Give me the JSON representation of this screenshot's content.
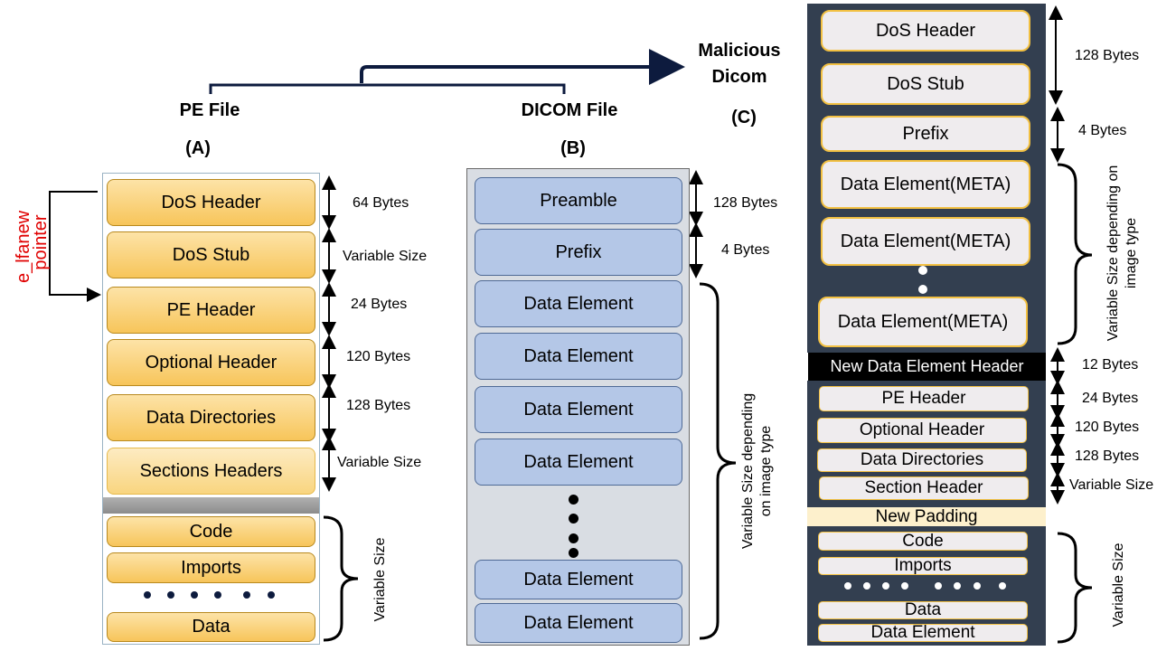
{
  "top": {
    "malicious_line1": "Malicious",
    "malicious_line2": "Dicom",
    "label_c": "(C)"
  },
  "pe": {
    "title": "PE File",
    "label": "(A)",
    "pointer_line1": "e_lfanew",
    "pointer_line2": "pointer",
    "blocks": [
      "DoS Header",
      "DoS Stub",
      "PE Header",
      "Optional Header",
      "Data Directories",
      "Sections Headers"
    ],
    "sections": [
      "Code",
      "Imports",
      "Data"
    ],
    "sizes": [
      "64 Bytes",
      "Variable Size",
      "24 Bytes",
      "120 Bytes",
      "128 Bytes",
      "Variable Size"
    ],
    "sections_size": "Variable Size"
  },
  "dicom": {
    "title": "DICOM File",
    "label": "(B)",
    "blocks": [
      "Preamble",
      "Prefix",
      "Data Element",
      "Data Element",
      "Data Element",
      "Data Element",
      "Data Element",
      "Data Element"
    ],
    "sizes": [
      "128 Bytes",
      "4 Bytes"
    ],
    "elements_size": "Variable Size depending on image type"
  },
  "mal": {
    "header_blocks": [
      "DoS Header",
      "DoS Stub",
      "Prefix",
      "Data Element(META)",
      "Data Element(META)",
      "Data Element(META)"
    ],
    "new_header": "New Data Element Header",
    "pe_blocks": [
      "PE Header",
      "Optional Header",
      "Data Directories",
      "Section Header"
    ],
    "padding": "New Padding",
    "sections": [
      "Code",
      "Imports",
      "Data",
      "Data Element"
    ],
    "sizes": [
      "128 Bytes",
      "4 Bytes",
      "Variable Size depending on image type",
      "12 Bytes",
      "24 Bytes",
      "120 Bytes",
      "128 Bytes",
      "Variable Size",
      "Variable Size"
    ]
  },
  "colors": {
    "pe_fill": "#f7c55a",
    "dicom_fill": "#b4c7e7",
    "mal_bg": "#333f50",
    "pointer_red": "#e00000",
    "padding_fill": "#fdf0cc"
  }
}
